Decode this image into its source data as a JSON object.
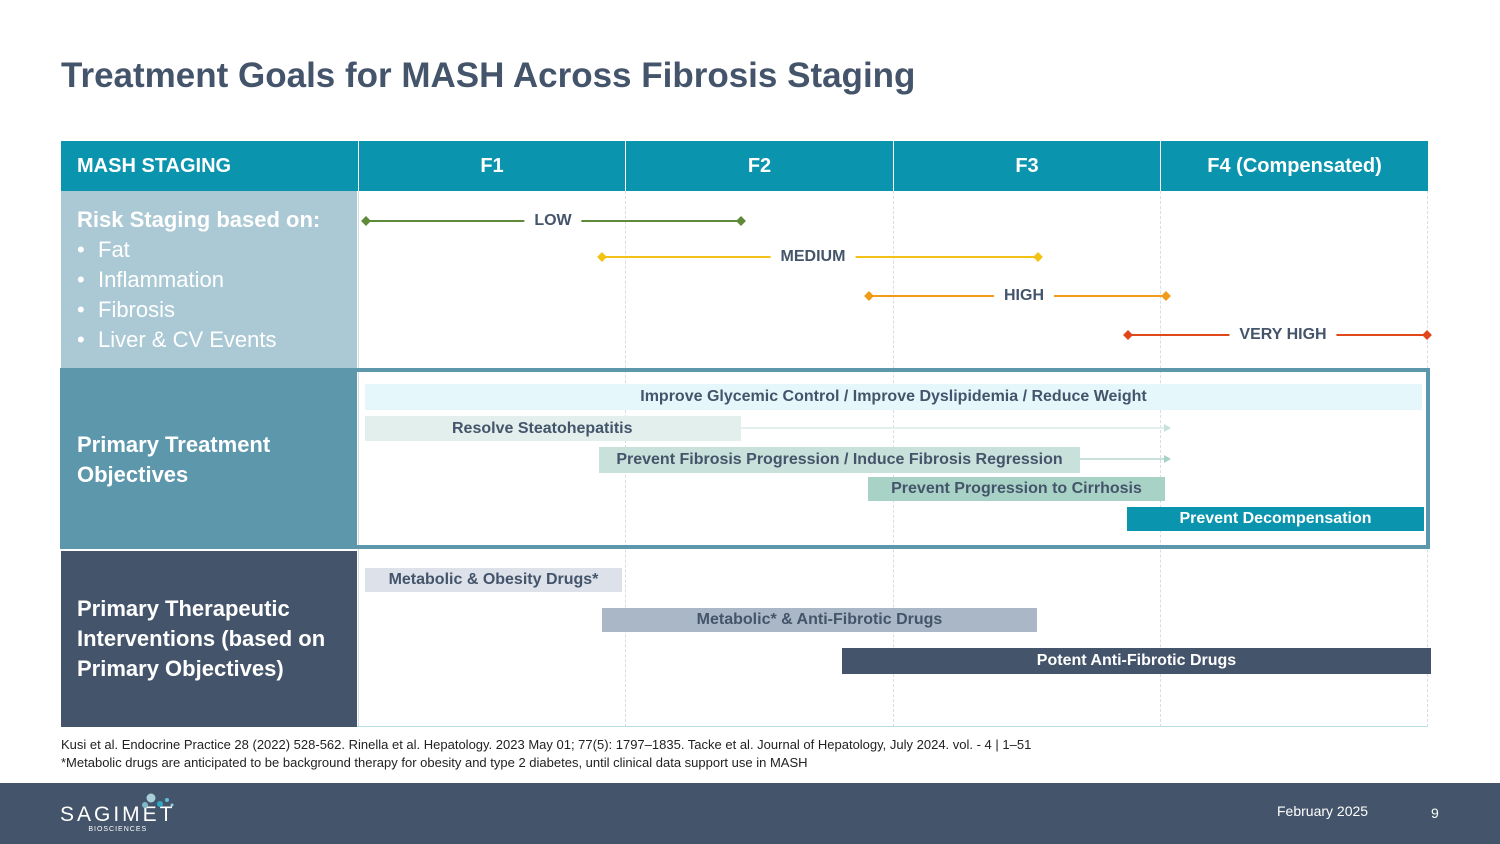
{
  "title": "Treatment Goals for MASH Across Fibrosis Staging",
  "header": {
    "col0": "MASH STAGING",
    "col1": "F1",
    "col2": "F2",
    "col3": "F3",
    "col4": "F4 (Compensated)"
  },
  "risk": {
    "title": "Risk Staging based on:",
    "bullets": [
      "Fat",
      "Inflammation",
      "Fibrosis",
      "Liver & CV Events"
    ],
    "levels": [
      {
        "label": "LOW",
        "color": "#5e8a3a"
      },
      {
        "label": "MEDIUM",
        "color": "#f2c217"
      },
      {
        "label": "HIGH",
        "color": "#f29b1b"
      },
      {
        "label": "VERY HIGH",
        "color": "#e0471b"
      }
    ]
  },
  "objectives": {
    "title": "Primary Treatment Objectives",
    "bars": [
      {
        "label": "Improve Glycemic Control / Improve Dyslipidemia / Reduce Weight",
        "bg": "#e6f7fc"
      },
      {
        "label": "Resolve Steatohepatitis",
        "bg": "#e2efec"
      },
      {
        "label": "Prevent Fibrosis Progression / Induce Fibrosis Regression",
        "bg": "#c8e1da"
      },
      {
        "label": "Prevent Progression to Cirrhosis",
        "bg": "#a9d2c6"
      },
      {
        "label": "Prevent Decompensation",
        "bg": "#0b94ad"
      }
    ]
  },
  "interventions": {
    "title": "Primary Therapeutic Interventions (based on Primary Objectives)",
    "bars": [
      {
        "label": "Metabolic & Obesity Drugs*",
        "bg": "#dce1ea"
      },
      {
        "label": "Metabolic* & Anti-Fibrotic Drugs",
        "bg": "#aab7c7"
      },
      {
        "label": "Potent Anti-Fibrotic Drugs",
        "bg": "#44546a"
      }
    ]
  },
  "references": {
    "line1": "Kusi et al. Endocrine Practice 28 (2022) 528-562. Rinella et al. Hepatology. 2023 May 01; 77(5): 1797–1835. Tacke et al. Journal of Hepatology, July 2024. vol. - 4 | 1–51",
    "line2": "*Metabolic drugs are anticipated to be background therapy  for obesity and type 2 diabetes, until clinical data support use in MASH"
  },
  "footer": {
    "logo_main": "SAGIMET",
    "logo_sub": "BIOSCIENCES",
    "date": "February 2025",
    "page": "9"
  }
}
